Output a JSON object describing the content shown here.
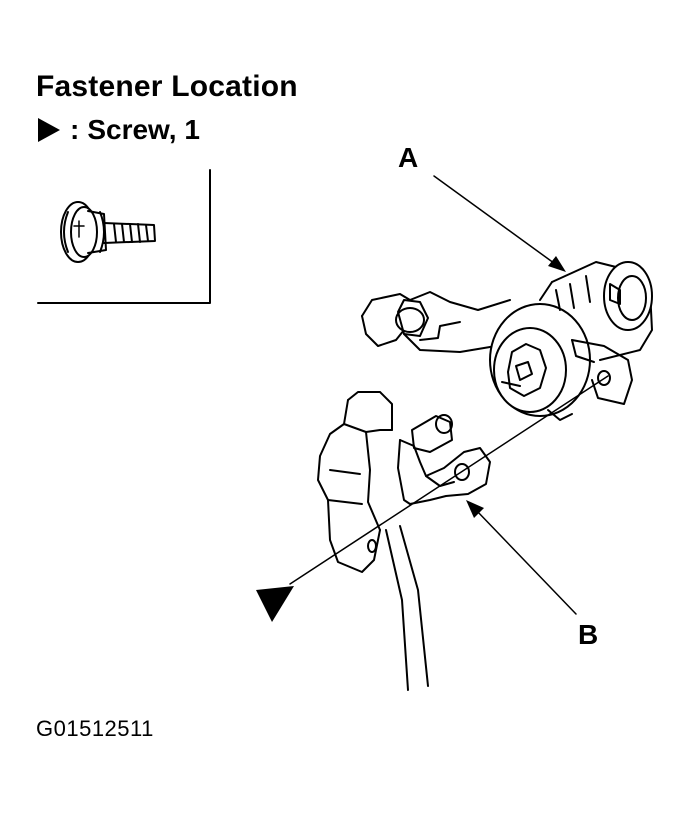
{
  "title": "Fastener Location",
  "legend": {
    "separator": ":",
    "label": "Screw, 1"
  },
  "callouts": {
    "a": "A",
    "b": "B"
  },
  "figure_id": "G01512511",
  "icons": {
    "legend_marker": "triangle-right-icon",
    "fastener_marker": "triangle-fastener-icon"
  },
  "colors": {
    "line": "#000000",
    "background": "#ffffff"
  }
}
